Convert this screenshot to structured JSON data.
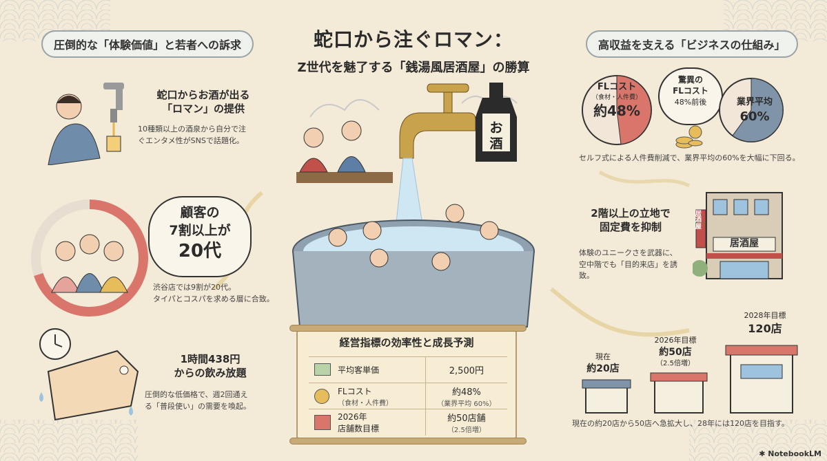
{
  "title": {
    "line1": "蛇口から注ぐロマン：",
    "line2": "Z世代を魅了する「銭湯風居酒屋」の勝算"
  },
  "left": {
    "pill": "圧倒的な「体験価値」と若者への訴求",
    "block1": {
      "heading_l1": "蛇口からお酒が出る",
      "heading_l2": "「ロマン」の提供",
      "desc_l1": "10種類以上の酒泉から自分で注",
      "desc_l2": "ぐエンタメ性がSNSで話題化。"
    },
    "block2": {
      "bubble_l1": "顧客の",
      "bubble_l2": "7割以上が",
      "bubble_l3": "20代",
      "desc_l1": "渋谷店では9割が20代。",
      "desc_l2": "タイパとコスパを求める層に合致。"
    },
    "block3": {
      "heading_l1": "1時間438円",
      "heading_l2": "からの飲み放題",
      "desc_l1": "圧倒的な低価格で、週2回通え",
      "desc_l2": "る「普段使い」の需要を喚起。"
    }
  },
  "center": {
    "bottle_label": "お酒",
    "table": {
      "title": "経営指標の効率性と成長予測",
      "rows": [
        {
          "label": "平均客単価",
          "label_sub": "",
          "value": "2,500円",
          "value_sub": ""
        },
        {
          "label": "FLコスト",
          "label_sub": "（食材・人件費）",
          "value": "約48%",
          "value_sub": "（業界平均 60%）"
        },
        {
          "label": "2026年",
          "label_sub": "店舗数目標",
          "value": "約50店舗",
          "value_sub": "（2.5倍増）"
        }
      ]
    }
  },
  "right": {
    "pill": "高収益を支える「ビジネスの仕組み」",
    "fl_circle": {
      "l1": "FLコスト",
      "l2": "（食材・人件費）",
      "l3": "約48%"
    },
    "bubble": {
      "l1": "驚異の",
      "l2": "FLコスト",
      "l3": "48%前後"
    },
    "avg_circle": {
      "l1": "業界平均",
      "l2": "60%"
    },
    "fl_desc": "セルフ式による人件費削減で、業界平均の60%を大幅に下回る。",
    "block2": {
      "heading_l1": "2階以上の立地で",
      "heading_l2": "固定費を抑制",
      "desc_l1": "体験のユニークさを武器に、",
      "desc_l2": "空中階でも「目的来店」を誘致。"
    },
    "building_sign1": "居酒屋",
    "building_sign2": "居酒屋",
    "stores": {
      "now_l1": "現在",
      "now_l2": "約20店",
      "mid_l1": "2026年目標",
      "mid_l2": "約50店",
      "mid_l3": "（2.5倍増）",
      "goal_l1": "2028年目標",
      "goal_l2": "120店",
      "desc": "現在の約20店から50店へ急拡大し、28年には120店を目指す。"
    }
  },
  "footer": {
    "brand": "NotebookLM"
  },
  "colors": {
    "accent_red": "#d9756a",
    "accent_blue": "#7f94a8",
    "paper": "#f3ead7",
    "gold": "#c9a24c"
  }
}
